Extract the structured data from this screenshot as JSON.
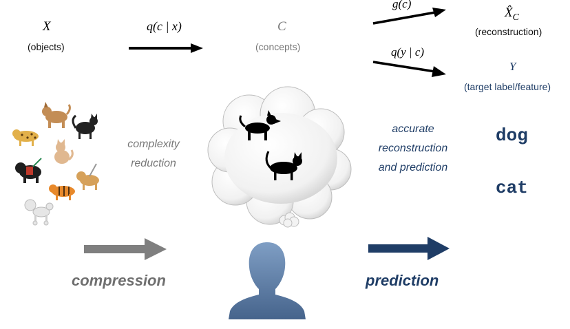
{
  "top_row": {
    "objects_symbol": "X",
    "objects_label": "(objects)",
    "encoder": "q(c | x)",
    "concepts_symbol": "C",
    "concepts_label": "(concepts)",
    "decoder_g": "g(c)",
    "decoder_q": "q(y | c)",
    "recon_symbol": "X̂",
    "recon_sub": "C",
    "recon_label": "(reconstruction)",
    "target_symbol": "Y",
    "target_label": "(target label/feature)"
  },
  "middle": {
    "complexity_line1": "complexity",
    "complexity_line2": "reduction",
    "accurate_line1": "accurate",
    "accurate_line2": "reconstruction",
    "accurate_line3": "and prediction",
    "label_dog": "dog",
    "label_cat": "cat"
  },
  "bottom": {
    "compression": "compression",
    "prediction": "prediction"
  },
  "colors": {
    "gray_arrow": "#7f7f7f",
    "blue_arrow": "#1f3d66",
    "dark_blue_text": "#1f3d66"
  },
  "icons": [
    "dog-icon",
    "cat-icon",
    "leopard-icon",
    "tiger-icon",
    "poodle-icon",
    "guide-dog-icon",
    "service-dog-icon",
    "thought-cloud-icon",
    "person-silhouette-icon"
  ]
}
